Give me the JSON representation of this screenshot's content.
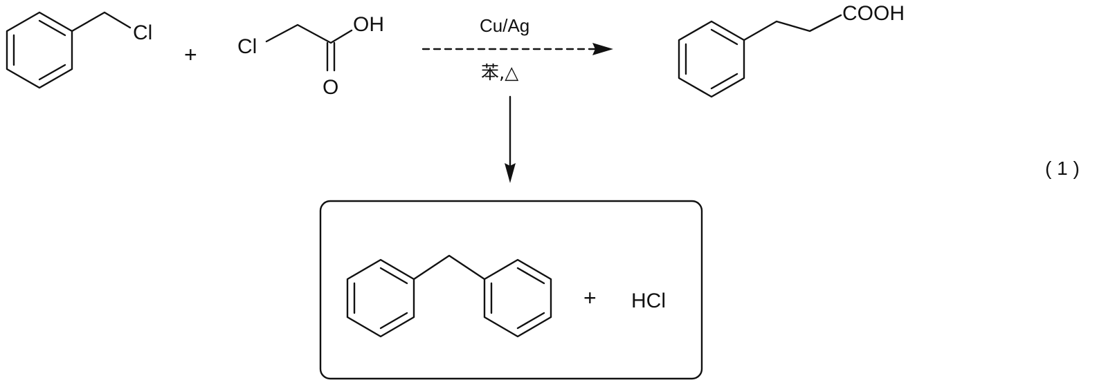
{
  "reactants": {
    "benzyl_chloride": {
      "cl_label": "Cl"
    },
    "plus": "+",
    "chloroacetic_acid": {
      "cl_label": "Cl",
      "oh_label": "OH",
      "o_label": "O"
    }
  },
  "conditions": {
    "catalyst": "Cu/Ag",
    "solvent_heat": "苯,△"
  },
  "product": {
    "cooh_label": "COOH"
  },
  "side_products": {
    "plus": "+",
    "hcl_label": "HCl"
  },
  "equation_number": "( 1 )"
}
